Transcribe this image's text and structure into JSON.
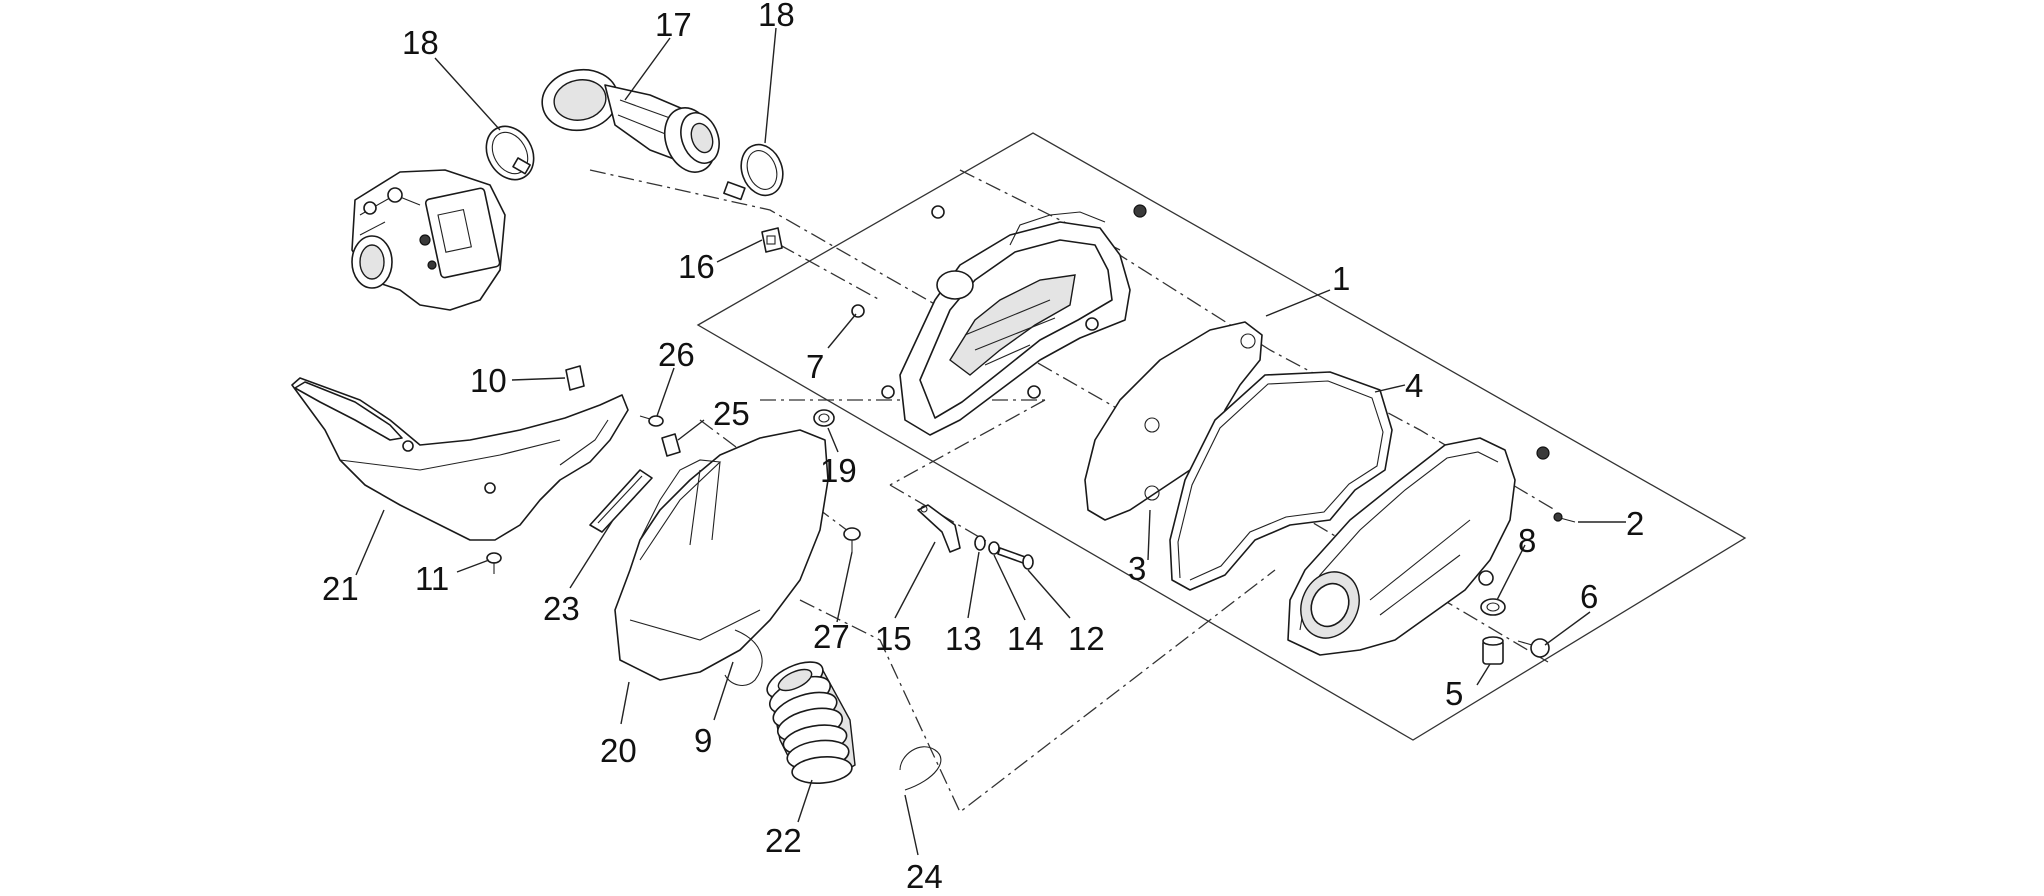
{
  "callouts": [
    {
      "id": "c1",
      "text": "1"
    },
    {
      "id": "c2",
      "text": "2"
    },
    {
      "id": "c3",
      "text": "3"
    },
    {
      "id": "c4",
      "text": "4"
    },
    {
      "id": "c5",
      "text": "5"
    },
    {
      "id": "c6",
      "text": "6"
    },
    {
      "id": "c7",
      "text": "7"
    },
    {
      "id": "c8",
      "text": "8"
    },
    {
      "id": "c9",
      "text": "9"
    },
    {
      "id": "c10",
      "text": "10"
    },
    {
      "id": "c11",
      "text": "11"
    },
    {
      "id": "c12",
      "text": "12"
    },
    {
      "id": "c13",
      "text": "13"
    },
    {
      "id": "c14",
      "text": "14"
    },
    {
      "id": "c15",
      "text": "15"
    },
    {
      "id": "c16",
      "text": "16"
    },
    {
      "id": "c17",
      "text": "17"
    },
    {
      "id": "c18a",
      "text": "18"
    },
    {
      "id": "c18b",
      "text": "18"
    },
    {
      "id": "c19",
      "text": "19"
    },
    {
      "id": "c20",
      "text": "20"
    },
    {
      "id": "c21",
      "text": "21"
    },
    {
      "id": "c22",
      "text": "22"
    },
    {
      "id": "c23",
      "text": "23"
    },
    {
      "id": "c24",
      "text": "24"
    },
    {
      "id": "c25",
      "text": "25"
    },
    {
      "id": "c26",
      "text": "26"
    },
    {
      "id": "c27",
      "text": "27"
    }
  ]
}
